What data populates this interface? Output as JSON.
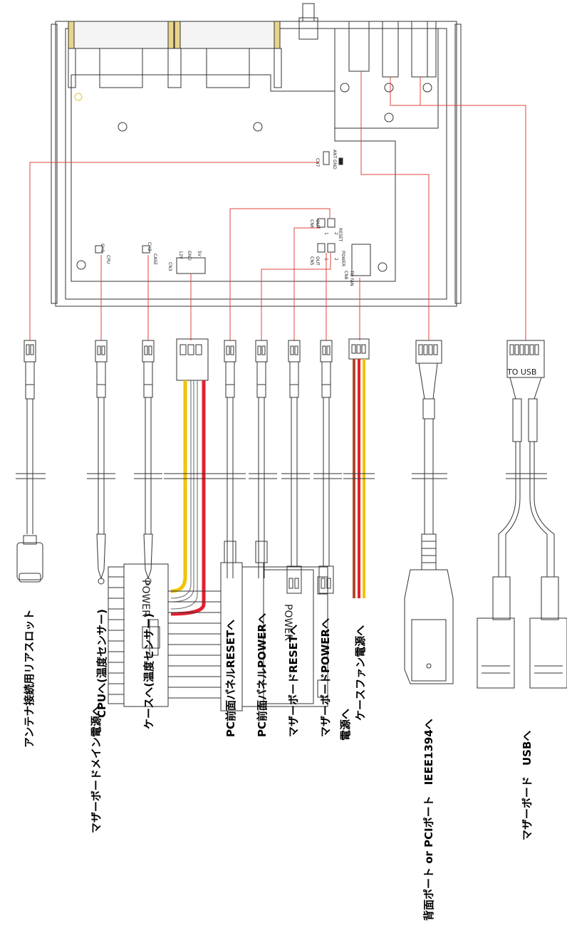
{
  "board": {
    "ch1": "CH1",
    "cpu": "CPU",
    "ch2": "CH2",
    "case": "CASE",
    "cn3": "CN3",
    "v12": "12V",
    "gnd": "GND",
    "v5": "5V",
    "cn7": "CN7",
    "gnd2": "GND",
    "ant": "ANT",
    "cn6": "CN6",
    "cn6out": "OUT",
    "reset": "RESET",
    "cn5": "CN5",
    "cn5out": "OUT",
    "power": "POWER",
    "cn8": "CN8",
    "tofan": "TO FAN",
    "pin1": "1",
    "pin2": "2",
    "pin1b": "1",
    "pin2b": "2"
  },
  "connectors": {
    "usb_header": "TO USB",
    "mb_power": "POWER",
    "psu_power": "POWER"
  },
  "labels": {
    "antenna": "アンテナ接続用リアスロット",
    "cpu": "CPUへ(温度センサー)",
    "case": "ケースへ(温度センサー)",
    "mb_main_power": "マザーボードメイン電源へ",
    "panel_reset": "PC前面パネルRESETへ",
    "panel_power": "PC前面パネルPOWERへ",
    "mb_reset": "マザーボードRESETへ",
    "mb_power": "マザーボードPOWERへ",
    "case_fan": "ケースファン電源へ",
    "psu": "電源へ",
    "ieee1394": "背面ポート or PCIポート　IEEE1394へ",
    "mb_usb": "マザーボード　USBへ"
  },
  "colors": {
    "leader": "#e0453c",
    "wire_yellow": "#f2c200",
    "wire_red": "#e4202f",
    "wire_orange": "#e07a1a",
    "wire_brown": "#b04a2a",
    "line": "#333333"
  }
}
